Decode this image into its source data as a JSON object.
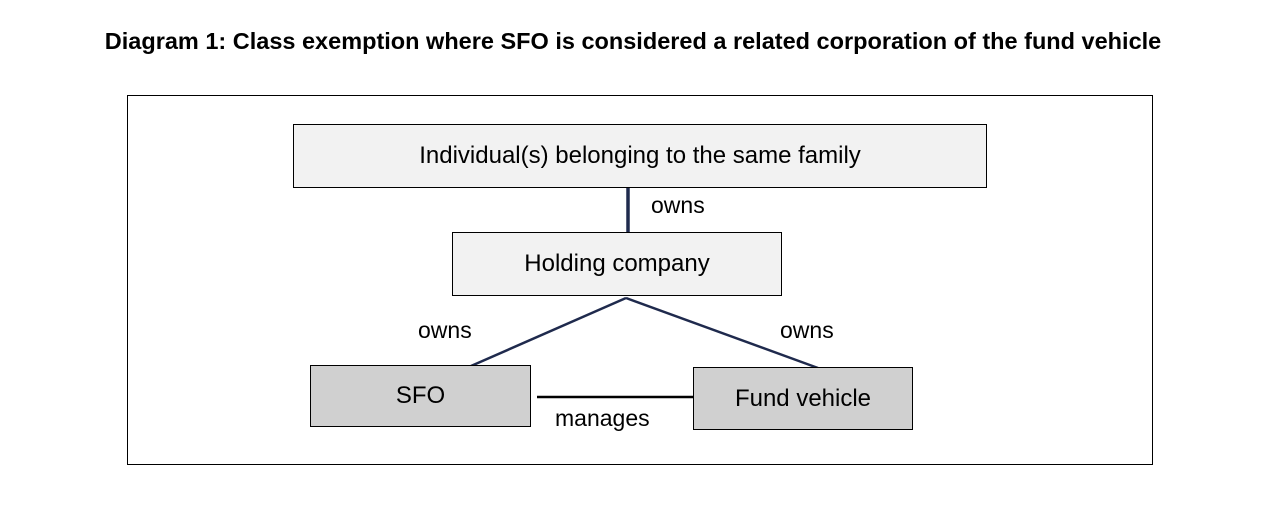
{
  "title": "Diagram 1: Class exemption where SFO is considered a related corporation of the fund vehicle",
  "nodes": {
    "family": "Individual(s) belonging to the same family",
    "holding": "Holding company",
    "sfo": "SFO",
    "fund": "Fund vehicle"
  },
  "edges": {
    "family_holding": "owns",
    "holding_sfo": "owns",
    "holding_fund": "owns",
    "sfo_fund": "manages"
  },
  "colors": {
    "line": "#1f2a4d",
    "light_node": "#f2f2f2",
    "dark_node": "#d0d0d0"
  }
}
